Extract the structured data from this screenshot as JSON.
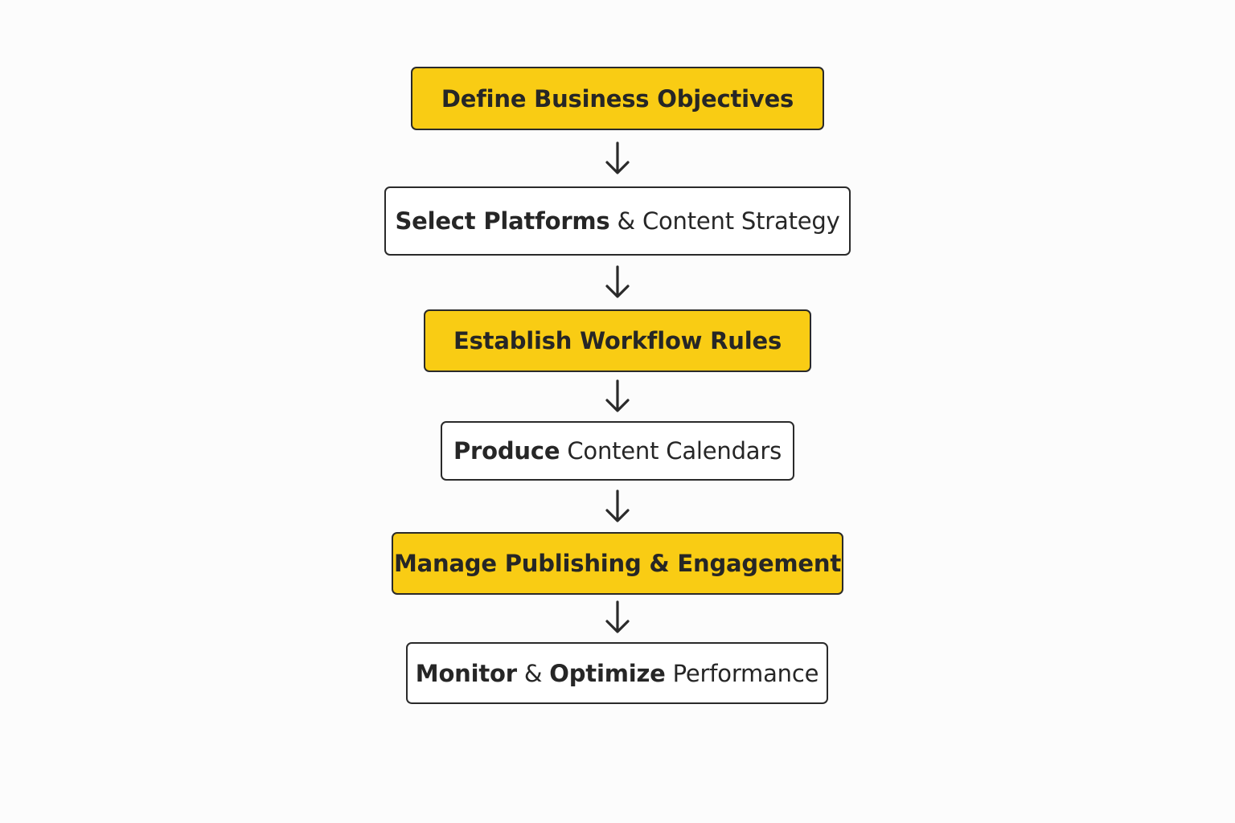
{
  "flowchart": {
    "steps": [
      {
        "fill": "#f9cc14",
        "parts": [
          {
            "text": "Define Business Objectives",
            "weight": "bold"
          }
        ]
      },
      {
        "fill": "#ffffff",
        "parts": [
          {
            "text": "Select Platforms",
            "weight": "bold"
          },
          {
            "text": " & ",
            "weight": "normal"
          },
          {
            "text": "Content Strategy",
            "weight": "normal"
          }
        ]
      },
      {
        "fill": "#f9cc14",
        "parts": [
          {
            "text": "Establish Workflow Rules",
            "weight": "bold"
          }
        ]
      },
      {
        "fill": "#ffffff",
        "parts": [
          {
            "text": "Produce",
            "weight": "bold"
          },
          {
            "text": " Content Calendars",
            "weight": "normal"
          }
        ]
      },
      {
        "fill": "#f9cc14",
        "parts": [
          {
            "text": "Manage Publishing & Engagement",
            "weight": "bold"
          }
        ]
      },
      {
        "fill": "#ffffff",
        "parts": [
          {
            "text": "Monitor",
            "weight": "bold"
          },
          {
            "text": " & ",
            "weight": "normal"
          },
          {
            "text": "Optimize",
            "weight": "bold"
          },
          {
            "text": " Performance",
            "weight": "normal"
          }
        ]
      }
    ],
    "connector_icon": "down-arrow-icon"
  }
}
